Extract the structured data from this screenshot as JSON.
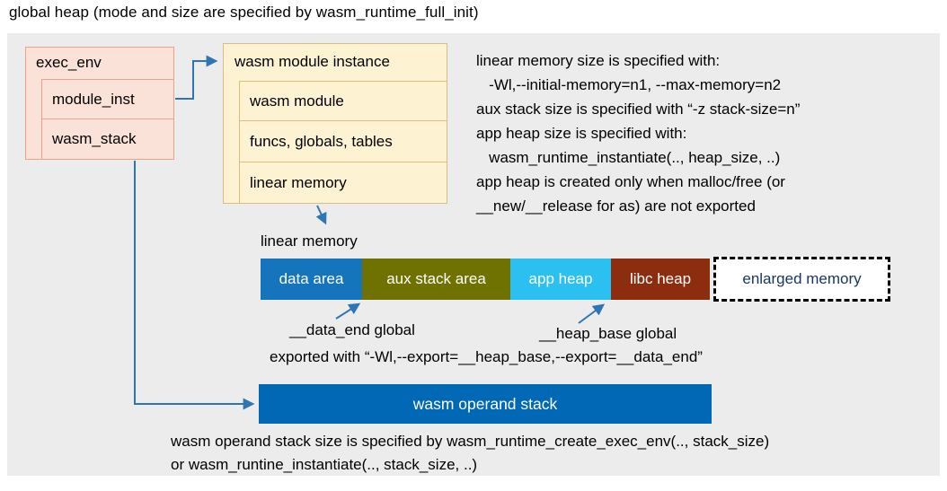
{
  "title": "global heap (mode and size are specified by wasm_runtime_full_init)",
  "exec_env": {
    "header": "exec_env",
    "items": [
      {
        "label": "module_inst"
      },
      {
        "label": "wasm_stack"
      }
    ]
  },
  "module_instance": {
    "header": "wasm module instance",
    "items": [
      {
        "label": "wasm module"
      },
      {
        "label": "funcs, globals, tables"
      },
      {
        "label": "linear memory"
      }
    ]
  },
  "notes": {
    "lines": [
      "linear memory size is specified with:",
      "   -Wl,--initial-memory=n1, --max-memory=n2",
      "aux stack size is specified with “-z stack-size=n”",
      "app heap size is specified with:",
      "   wasm_runtime_instantiate(.., heap_size, ..)",
      "app heap is created only when malloc/free (or",
      "__new/__release for as) are not exported"
    ]
  },
  "linear_memory": {
    "label": "linear memory",
    "segments": [
      {
        "label": "data area",
        "color": "#1474bc",
        "text_color": "#ffffff"
      },
      {
        "label": "aux stack area",
        "color": "#6f7200",
        "text_color": "#ffffff"
      },
      {
        "label": "app heap",
        "color": "#2bc0f0",
        "text_color": "#ffffff"
      },
      {
        "label": "libc heap",
        "color": "#8d2d10",
        "text_color": "#ffffff"
      },
      {
        "label": "enlarged memory",
        "color": "#ffffff",
        "text_color": "#17365d"
      }
    ]
  },
  "annotations": {
    "data_end": "__data_end global",
    "heap_base": "__heap_base global",
    "exported": "exported with “-Wl,--export=__heap_base,--export=__data_end”"
  },
  "operand_stack": {
    "label": "wasm operand stack",
    "color": "#0068b5"
  },
  "footer": {
    "lines": [
      "wasm operand stack size is specified by wasm_runtime_create_exec_env(.., stack_size)",
      "or wasm_runtine_instantiate(.., stack_size, ..)"
    ]
  },
  "colors": {
    "panel_bg": "#ececec",
    "arrow": "#2e75b6",
    "exec_env_fill": "#fbe2d9",
    "exec_env_border": "#f0a18b",
    "instance_fill": "#fdf3d3",
    "instance_border": "#d9bd82"
  }
}
